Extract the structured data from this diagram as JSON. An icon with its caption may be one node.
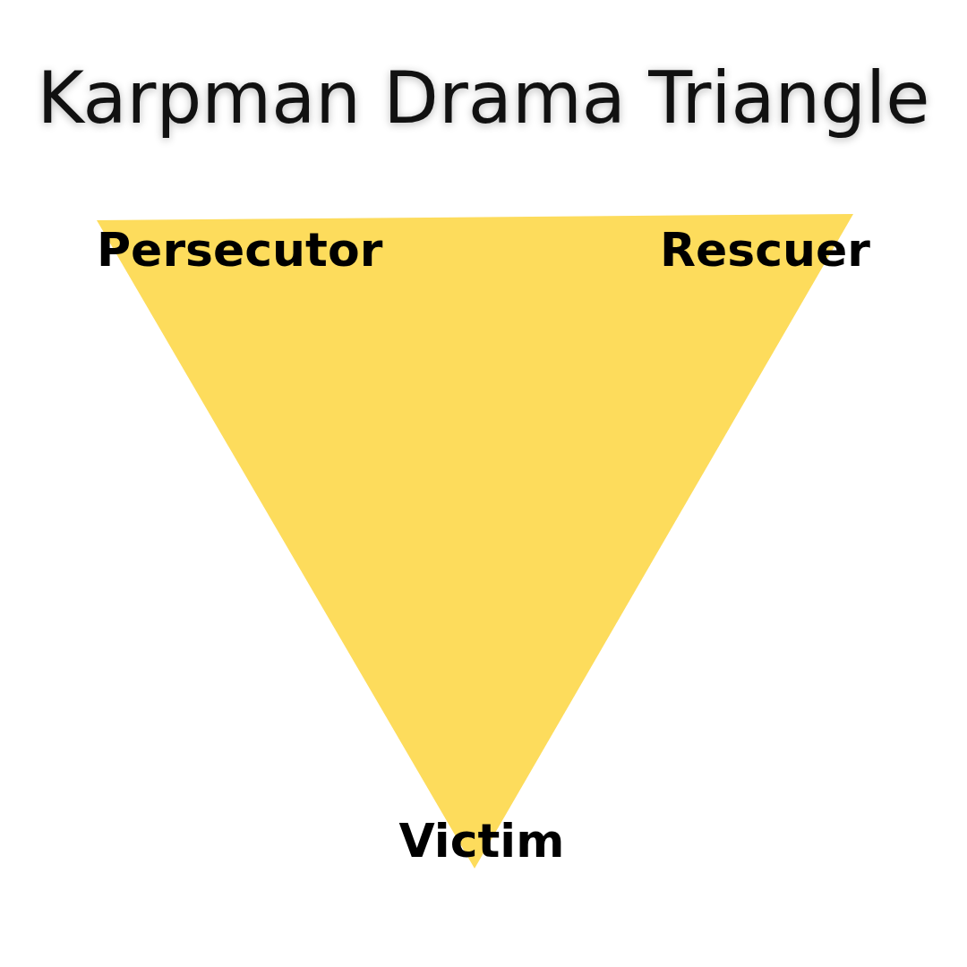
{
  "diagram": {
    "title": "Karpman Drama Triangle",
    "nodes": [
      {
        "text": [
          "Persecutor",
          "Rescuer",
          "Victim"
        ]
      }
    ]
  }
}
